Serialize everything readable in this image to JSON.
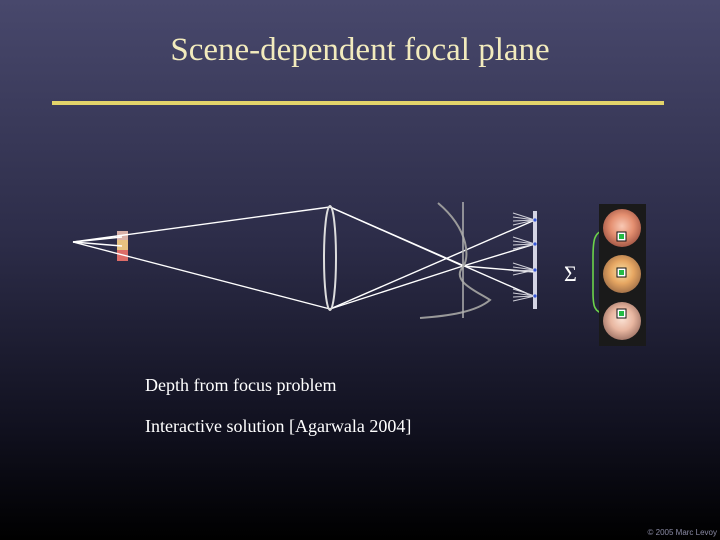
{
  "slide": {
    "title": "Scene-dependent focal plane",
    "sum_symbol": "Σ",
    "bullets": [
      "Depth from focus problem",
      "Interactive solution [Agarwala 2004]"
    ],
    "footer": "© 2005 Marc Levoy"
  },
  "colors": {
    "background_top": "#48486c",
    "background_bottom": "#000000",
    "title_text": "#f2ebbd",
    "title_rule": "#e3d46a",
    "diagram_lines": "#ffffff",
    "focal_curve": "#9a9a9a",
    "sample_accent": "#22bb44",
    "bracket": "#6bd24a"
  }
}
